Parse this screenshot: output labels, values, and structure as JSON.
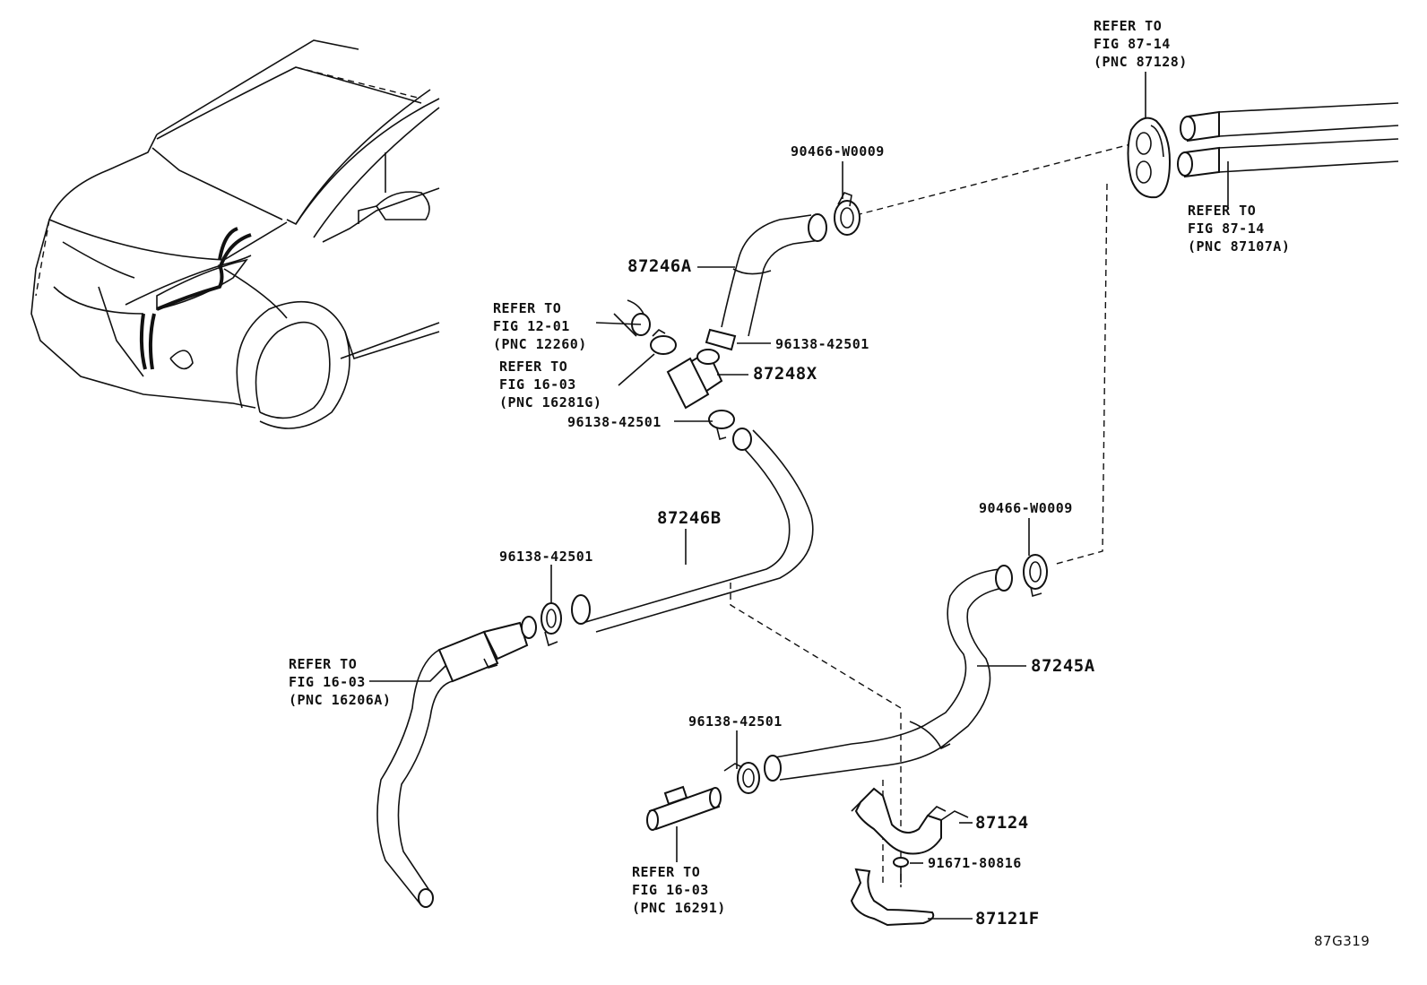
{
  "figure_code": "87G319",
  "parts": {
    "p87246A": "87246A",
    "p87246B": "87246B",
    "p87245A": "87245A",
    "p87248X": "87248X",
    "p87124": "87124",
    "p87121F": "87121F",
    "clamp_a": "90466-W0009",
    "clamp_b": "90466-W0009",
    "clip_1": "96138-42501",
    "clip_2": "96138-42501",
    "clip_3": "96138-42501",
    "clip_4": "96138-42501",
    "bolt": "91671-80816"
  },
  "refs": {
    "r1": "REFER TO\nFIG 87-14\n(PNC 87128)",
    "r2": "REFER TO\nFIG 87-14\n(PNC 87107A)",
    "r3": "REFER TO\nFIG 12-01\n(PNC 12260)",
    "r4": "REFER TO\nFIG 16-03\n(PNC 16281G)",
    "r5": "REFER TO\nFIG 16-03\n(PNC 16206A)",
    "r6": "REFER TO\nFIG 16-03\n(PNC 16291)"
  }
}
